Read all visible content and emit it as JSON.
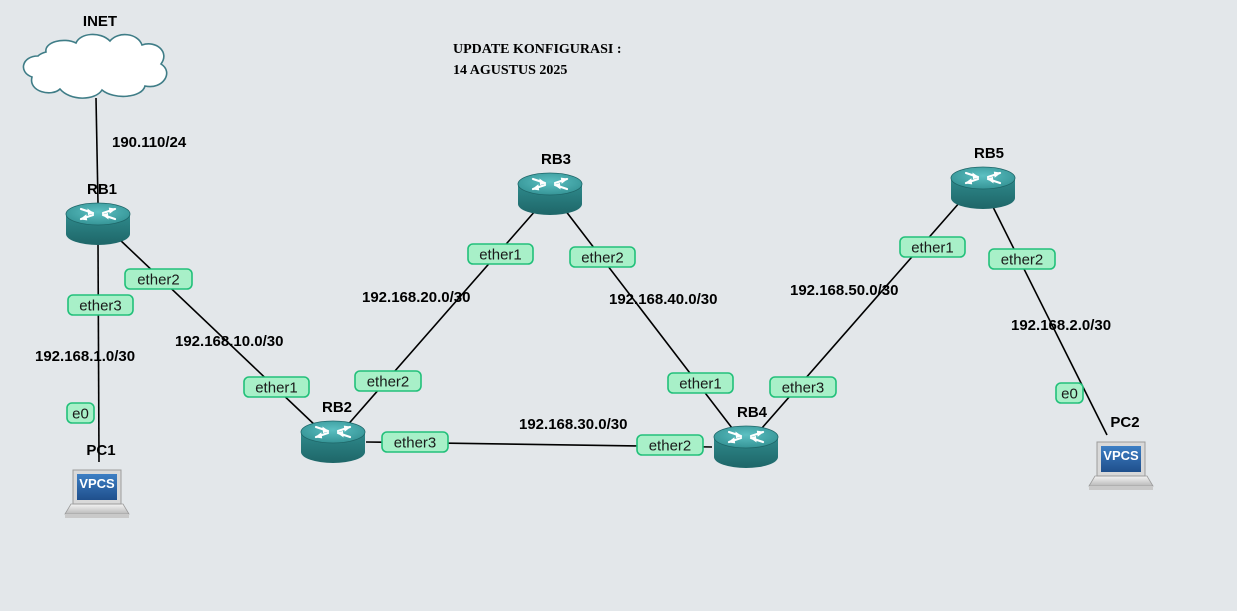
{
  "note": {
    "line1": "UPDATE KONFIGURASI :",
    "line2": "14 AGUSTUS 2025"
  },
  "nodes": {
    "inet": {
      "label": "INET",
      "icon": "cloud-icon"
    },
    "rb1": {
      "label": "RB1",
      "icon": "router-icon"
    },
    "rb2": {
      "label": "RB2",
      "icon": "router-icon"
    },
    "rb3": {
      "label": "RB3",
      "icon": "router-icon"
    },
    "rb4": {
      "label": "RB4",
      "icon": "router-icon"
    },
    "rb5": {
      "label": "RB5",
      "icon": "router-icon"
    },
    "pc1": {
      "label": "PC1",
      "icon": "vpcs-icon",
      "screen_text": "VPCS"
    },
    "pc2": {
      "label": "PC2",
      "icon": "vpcs-icon",
      "screen_text": "VPCS"
    }
  },
  "subnets": {
    "inet_rb1": "190.110/24",
    "rb1_pc1": "192.168.1.0/30",
    "rb1_rb2": "192.168.10.0/30",
    "rb2_rb3": "192.168.20.0/30",
    "rb2_rb4": "192.168.30.0/30",
    "rb3_rb4": "192.168.40.0/30",
    "rb4_rb5": "192.168.50.0/30",
    "rb5_pc2": "192.168.2.0/30"
  },
  "interfaces": {
    "rb1_ether2": "ether2",
    "rb1_ether3": "ether3",
    "pc1_e0": "e0",
    "rb2_ether1": "ether1",
    "rb2_ether2": "ether2",
    "rb2_ether3": "ether3",
    "rb3_ether1": "ether1",
    "rb3_ether2": "ether2",
    "rb4_ether1": "ether1",
    "rb4_ether2": "ether2",
    "rb4_ether3": "ether3",
    "rb5_ether1": "ether1",
    "rb5_ether2": "ether2",
    "pc2_e0": "e0"
  },
  "colors": {
    "background": "#e3e7ea",
    "router_body": "#2e8587",
    "router_top": "#3fa3a5",
    "interface_fill": "#a8f0c8",
    "interface_border": "#22c07a"
  }
}
